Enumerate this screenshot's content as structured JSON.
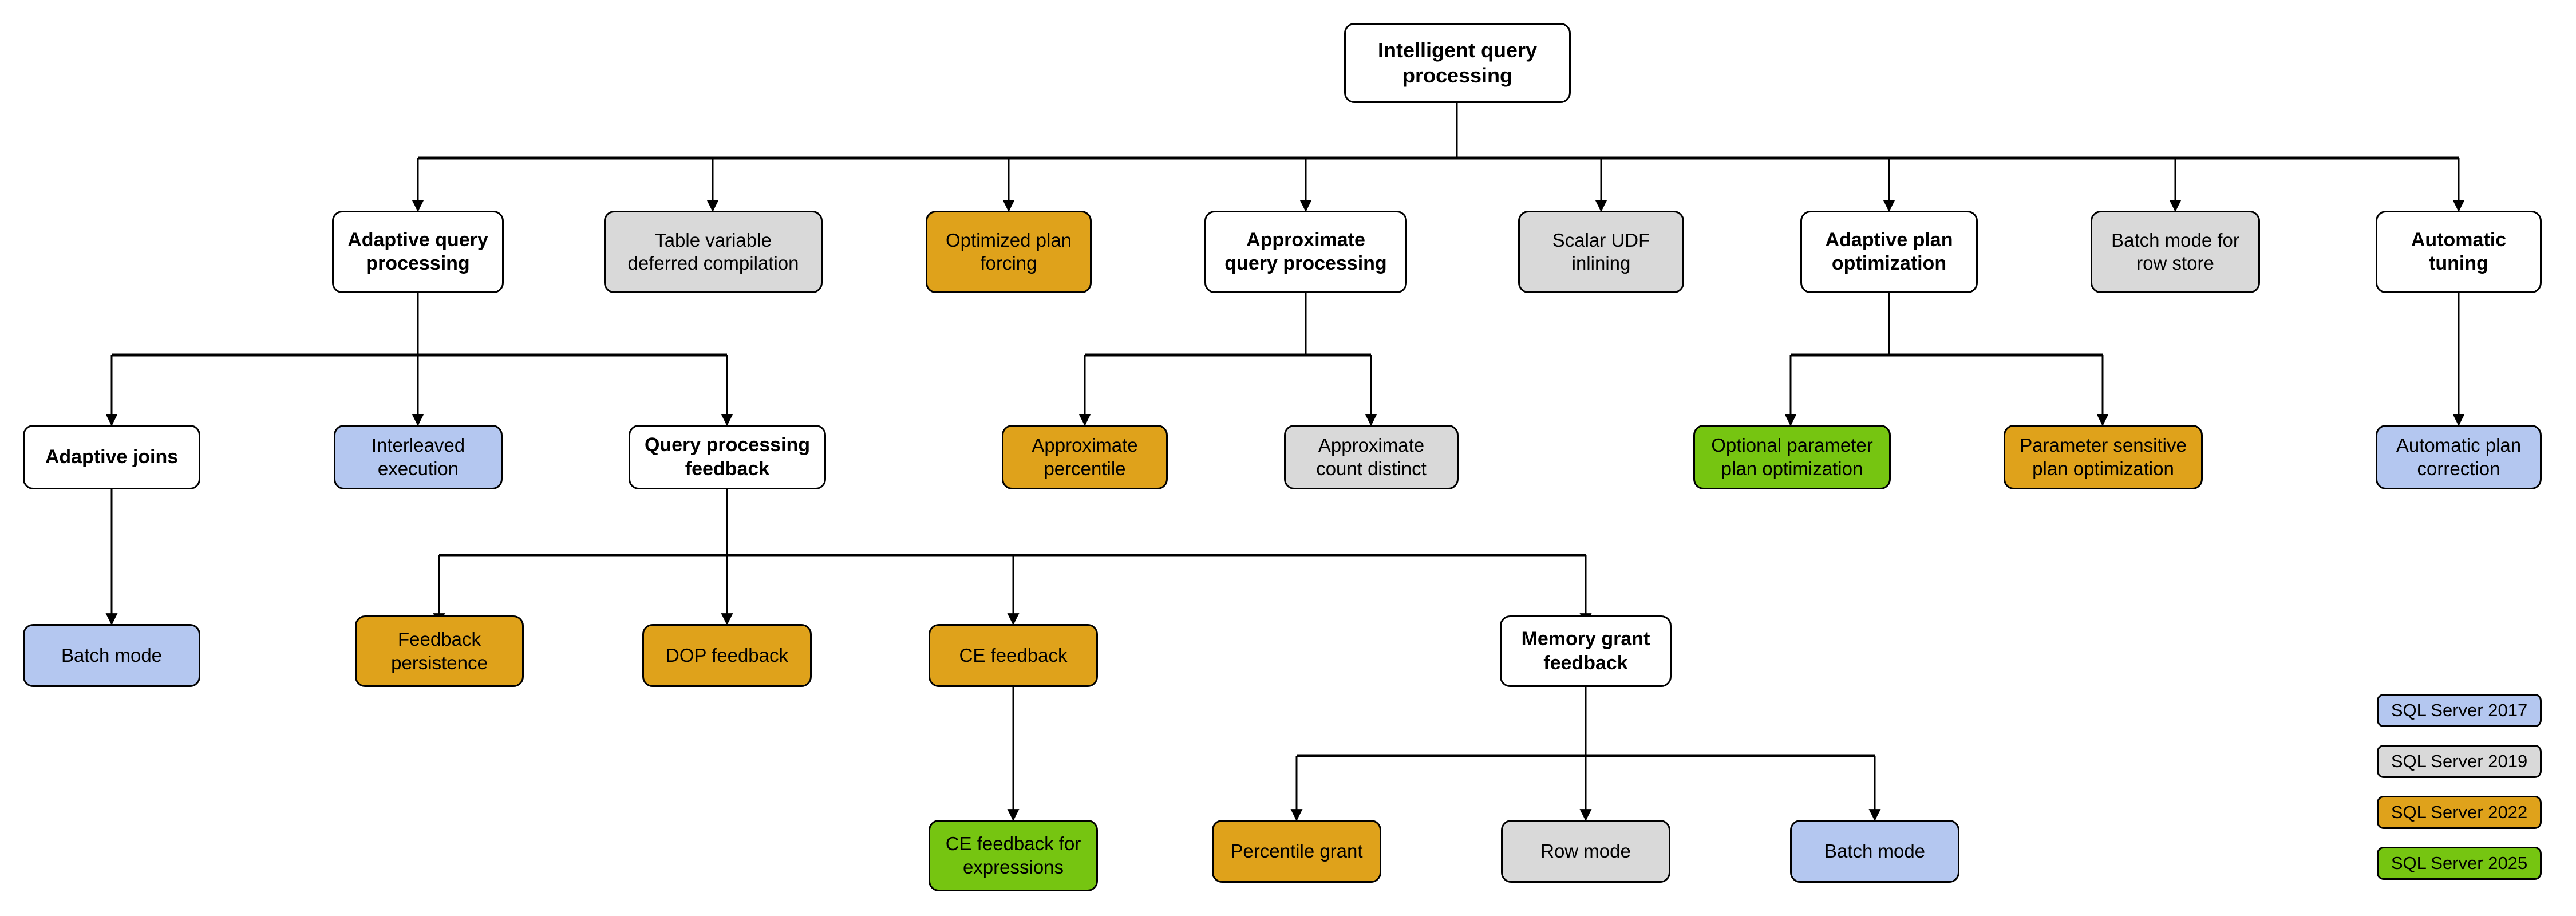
{
  "diagram": {
    "title_node": "Intelligent query processing",
    "colors": {
      "sql2017": "#b4c7f0",
      "sql2019": "#d9d9d9",
      "sql2022": "#dfa21b",
      "sql2025": "#76c511",
      "white": "#ffffff",
      "stroke": "#000000",
      "text": "#000000"
    },
    "legend": {
      "items": [
        {
          "label": "SQL Server 2017",
          "color_key": "sql2017"
        },
        {
          "label": "SQL Server 2019",
          "color_key": "sql2019"
        },
        {
          "label": "SQL Server 2022",
          "color_key": "sql2022"
        },
        {
          "label": "SQL Server 2025",
          "color_key": "sql2025"
        }
      ]
    },
    "nodes": {
      "root": "Intelligent query\nprocessing",
      "adaptive_query_processing": "Adaptive query\nprocessing",
      "table_variable_deferred_compilation": "Table variable\ndeferred compilation",
      "optimized_plan_forcing": "Optimized plan\nforcing",
      "approximate_query_processing": "Approximate\nquery processing",
      "scalar_udf_inlining": "Scalar UDF\ninlining",
      "adaptive_plan_optimization": "Adaptive plan\noptimization",
      "batch_mode_for_row_store": "Batch mode for\nrow store",
      "automatic_tuning": "Automatic\ntuning",
      "adaptive_joins": "Adaptive joins",
      "interleaved_execution": "Interleaved\nexecution",
      "query_processing_feedback": "Query processing\nfeedback",
      "approximate_percentile": "Approximate\npercentile",
      "approximate_count_distinct": "Approximate\ncount distinct",
      "optional_parameter_plan_optimization": "Optional parameter\nplan optimization",
      "parameter_sensitive_plan_optimization": "Parameter sensitive\nplan optimization",
      "automatic_plan_correction": "Automatic plan\ncorrection",
      "batch_mode_adaptive_joins": "Batch mode",
      "feedback_persistence": "Feedback\npersistence",
      "dop_feedback": "DOP feedback",
      "ce_feedback": "CE feedback",
      "memory_grant_feedback": "Memory grant\nfeedback",
      "ce_feedback_for_expressions": "CE feedback for\nexpressions",
      "percentile_grant": "Percentile grant",
      "row_mode": "Row mode",
      "batch_mode_memory_grant": "Batch mode"
    }
  }
}
